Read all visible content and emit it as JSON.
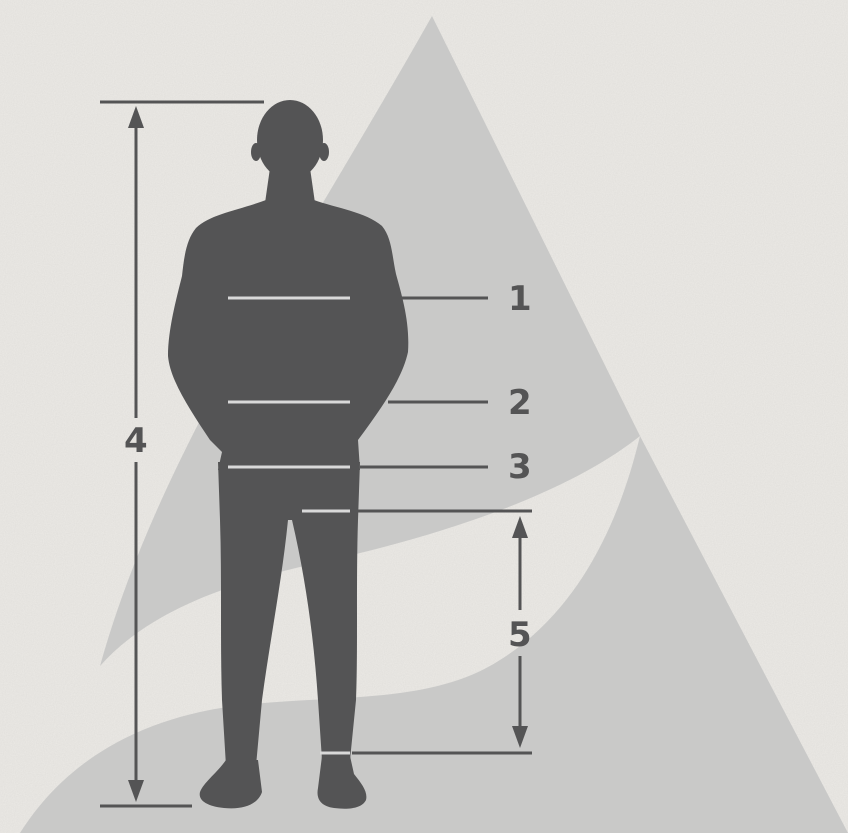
{
  "colors": {
    "background": "#eceae6",
    "triangle": "#c9c9c8",
    "silhouette": "#545455",
    "lines": "#545455",
    "guide_highlight": "#d9d9d9"
  },
  "measurements": [
    {
      "label": "1",
      "part": "chest"
    },
    {
      "label": "2",
      "part": "waist"
    },
    {
      "label": "3",
      "part": "hips"
    },
    {
      "label": "4",
      "part": "height"
    },
    {
      "label": "5",
      "part": "inseam"
    }
  ]
}
